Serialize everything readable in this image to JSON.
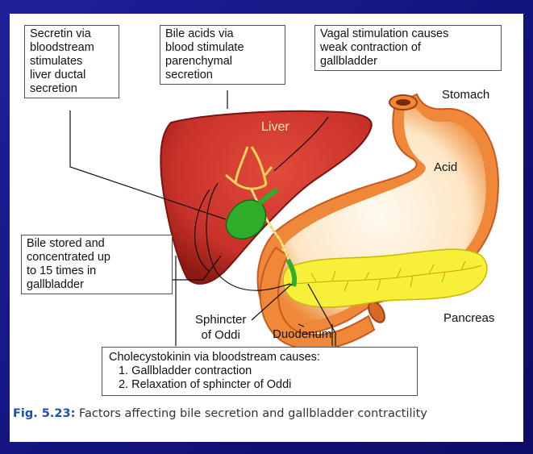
{
  "boxes": {
    "secretin": [
      "Secretin via",
      "bloodstream",
      "stimulates",
      "liver ductal",
      "secretion"
    ],
    "bile_acids": [
      "Bile acids via",
      "blood stimulate",
      "parenchymal",
      "secretion"
    ],
    "vagal": [
      "Vagal stimulation causes",
      "weak contraction of",
      "gallbladder"
    ],
    "bile_stored": [
      "Bile stored and",
      "concentrated up",
      "to 15 times in",
      "gallbladder"
    ],
    "cck": [
      "Cholecystokinin via bloodstream causes:",
      "1. Gallbladder contraction",
      "2. Relaxation of sphincter of Oddi"
    ]
  },
  "labels": {
    "liver": "Liver",
    "stomach": "Stomach",
    "acid": "Acid",
    "pancreas": "Pancreas",
    "duodenum": "Duodenum",
    "sphincter": [
      "Sphincter",
      "of Oddi"
    ]
  },
  "caption": {
    "fig": "Fig. 5.23:",
    "text": " Factors affecting bile secretion and gallbladder contractility"
  },
  "colors": {
    "liver": "#c8322a",
    "liver_dark": "#8e1a14",
    "stomach": "#f3a25a",
    "stomach_inner": "#fff6e6",
    "gallbladder": "#2fae2c",
    "pancreas": "#f7ef3a",
    "duct": "#f2d25c",
    "background": "#1a1a8c"
  }
}
